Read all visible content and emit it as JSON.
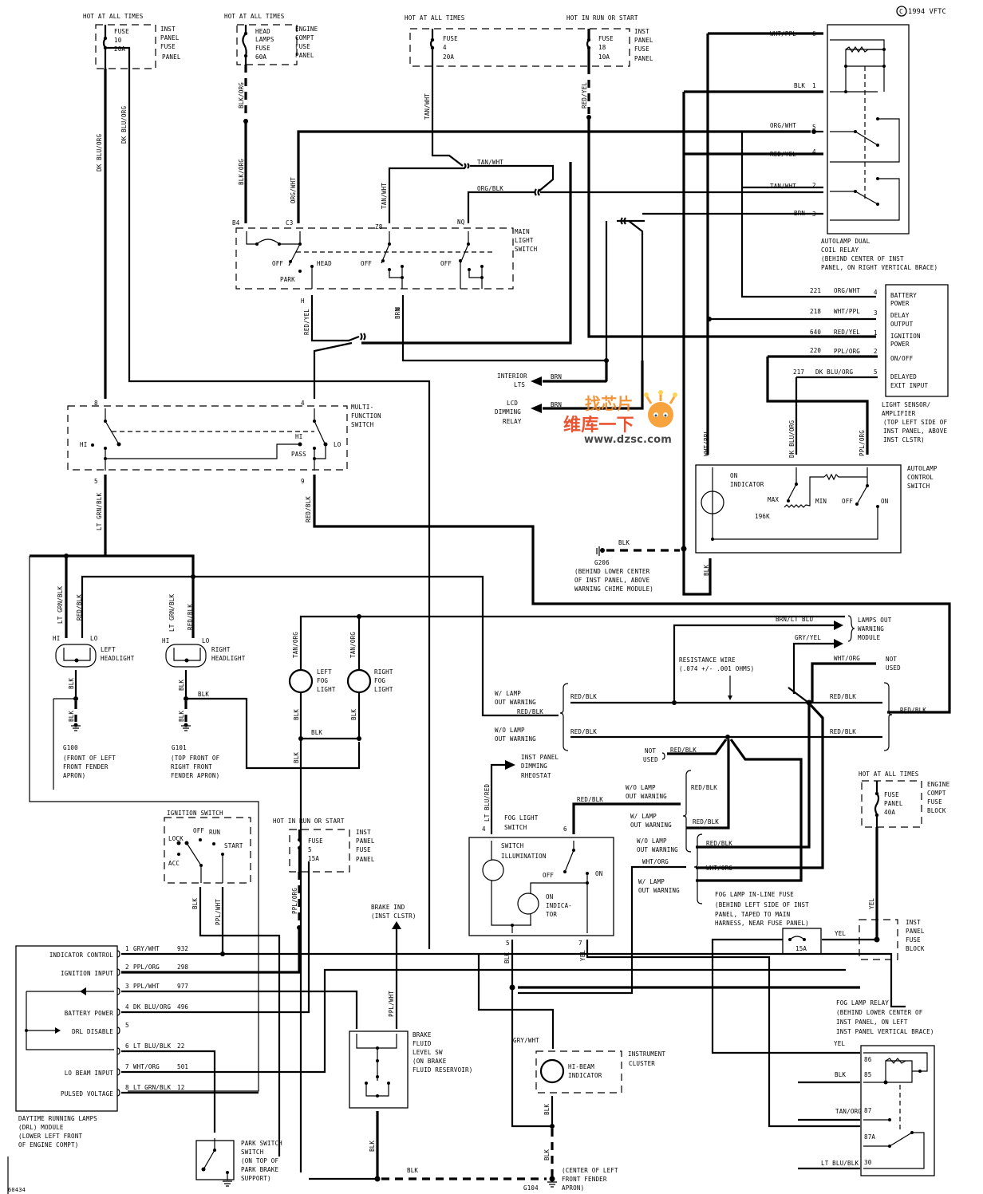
{
  "copyright": "1994 VFTC",
  "figure_id": "60434",
  "watermark": {
    "line1": "找芯片",
    "line2": "维库一下",
    "url": "www.dzsc.com"
  },
  "fuses": {
    "f10": {
      "header": "HOT AT ALL TIMES",
      "name": "FUSE",
      "num": "10",
      "rating": "20A",
      "panel": [
        "INST",
        "PANEL",
        "FUSE",
        "PANEL"
      ]
    },
    "headlamps": {
      "header": "HOT AT ALL TIMES",
      "name": [
        "HEAD",
        "LAMPS",
        "FUSE"
      ],
      "rating": "60A",
      "panel": [
        "ENGINE",
        "COMPT",
        "FUSE",
        "PANEL"
      ]
    },
    "f4": {
      "header": "HOT AT ALL TIMES",
      "name": "FUSE",
      "num": "4",
      "rating": "20A"
    },
    "f18": {
      "header": "HOT IN RUN OR START",
      "name": "FUSE",
      "num": "18",
      "rating": "10A",
      "panel": [
        "INST",
        "PANEL",
        "FUSE",
        "PANEL"
      ]
    },
    "f5": {
      "header": "HOT IN RUN OR START",
      "name": "FUSE",
      "num": "5",
      "rating": "15A",
      "panel": [
        "INST",
        "PANEL",
        "FUSE",
        "PANEL"
      ]
    },
    "fuse_panel_40a": {
      "header": "HOT AT ALL TIMES",
      "name": [
        "FUSE",
        "PANEL"
      ],
      "rating": "40A",
      "panel": [
        "ENGINE",
        "COMPT",
        "FUSE",
        "BLOCK"
      ]
    },
    "inline": {
      "rating": "15A",
      "desc": [
        "FOG LAMP IN-LINE FUSE",
        "(BEHIND LEFT SIDE OF INST",
        "PANEL, TAPED TO MAIN",
        "HARNESS, NEAR FUSE PANEL)"
      ]
    },
    "inst_panel_block": [
      "INST",
      "PANEL",
      "FUSE",
      "BLOCK"
    ]
  },
  "autolamp_relay": {
    "pins": [
      {
        "wire": "WHT/PPL",
        "pin": "6"
      },
      {
        "wire": "BLK",
        "pin": "1"
      },
      {
        "wire": "ORG/WHT",
        "pin": "5"
      },
      {
        "wire": "RED/YEL",
        "pin": "4"
      },
      {
        "wire": "TAN/WHT",
        "pin": "2"
      },
      {
        "wire": "BRN",
        "pin": "3"
      }
    ],
    "label": [
      "AUTOLAMP DUAL",
      "COIL RELAY",
      "(BEHIND CENTER OF INST",
      "PANEL, ON RIGHT VERTICAL BRACE)"
    ]
  },
  "main_light_switch": {
    "label": [
      "MAIN",
      "LIGHT",
      "SWITCH"
    ],
    "pins": [
      "B4",
      "C3",
      "Z8",
      "NQ"
    ],
    "positions": {
      "off": "OFF",
      "park": "PARK",
      "head": "HEAD"
    },
    "out_pins": [
      "H",
      "R",
      "Z"
    ]
  },
  "wires_top": {
    "blk_org": "BLK/ORG",
    "org_wht": "ORG/WHT",
    "tan_wht": "TAN/WHT",
    "org_blk": "ORG/BLK",
    "red_yel": "RED/YEL",
    "dk_blu_org": "DK BLU/ORG",
    "brn": "BRN"
  },
  "light_sensor": {
    "rows": [
      {
        "circuit": "221",
        "wire": "ORG/WHT",
        "pin": "4",
        "func": [
          "BATTERY",
          "POWER"
        ]
      },
      {
        "circuit": "218",
        "wire": "WHT/PPL",
        "pin": "3",
        "func": [
          "DELAY",
          "OUTPUT"
        ]
      },
      {
        "circuit": "640",
        "wire": "RED/YEL",
        "pin": "1",
        "func": [
          "IGNITION",
          "POWER"
        ]
      },
      {
        "circuit": "220",
        "wire": "PPL/ORG",
        "pin": "2",
        "func": [
          "ON/OFF"
        ]
      },
      {
        "circuit": "217",
        "wire": "DK BLU/ORG",
        "pin": "5",
        "func": [
          "DELAYED",
          "EXIT INPUT"
        ]
      }
    ],
    "label": [
      "LIGHT SENSOR/",
      "AMPLIFIER",
      "(TOP LEFT SIDE OF",
      "INST PANEL, ABOVE",
      "INST CLSTR)"
    ]
  },
  "outputs": {
    "interior": {
      "wire": "BRN",
      "label": [
        "INTERIOR",
        "LTS"
      ]
    },
    "lcd": {
      "wire": "BRN",
      "label": [
        "LCD",
        "DIMMING",
        "RELAY"
      ]
    }
  },
  "autolamp_switch": {
    "label": [
      "AUTOLAMP",
      "CONTROL",
      "SWITCH"
    ],
    "wires": [
      "WHT/PPL",
      "DK BLU/ORG",
      "PPL/ORG",
      "BLK"
    ],
    "on_indicator": [
      "ON",
      "INDICATOR"
    ],
    "positions": {
      "max": "MAX",
      "min": "MIN",
      "off": "OFF",
      "on": "ON",
      "res": "196K"
    }
  },
  "ground_g206": {
    "wire": "BLK",
    "id": "G206",
    "desc": [
      "(BEHIND LOWER CENTER",
      "OF INST PANEL, ABOVE",
      "WARNING CHIME MODULE)"
    ]
  },
  "multifunction": {
    "label": [
      "MULTI-",
      "FUNCTION",
      "SWITCH"
    ],
    "pins": {
      "left_top": "8",
      "right_top": "4",
      "left_bot": "5",
      "right_bot": "9"
    },
    "positions": {
      "hi_left": "HI",
      "hi_right": "HI",
      "lo": "LO",
      "pass": "PASS"
    },
    "wires": {
      "left": "LT GRN/BLK",
      "right": "RED/BLK",
      "dk_blu": "DK BLU/ORG"
    }
  },
  "headlights": {
    "left": {
      "label": [
        "LEFT",
        "HEADLIGHT"
      ],
      "hi_wire": "LT GRN/BLK",
      "lo_wire": "RED/BLK"
    },
    "right": {
      "label": [
        "RIGHT",
        "HEADLIGHT"
      ],
      "hi_wire": "LT GRN/BLK",
      "lo_wire": "RED/BLK"
    },
    "hi": "HI",
    "lo": "LO",
    "gnd_wire": "BLK"
  },
  "grounds": {
    "g100": {
      "id": "G100",
      "desc": [
        "(FRONT OF LEFT",
        "FRONT FENDER",
        "APRON)"
      ]
    },
    "g101": {
      "id": "G101",
      "desc": [
        "(TOP FRONT OF",
        "RIGHT FRONT",
        "FENDER APRON)"
      ]
    },
    "g104": {
      "id": "G104",
      "desc": [
        "(CENTER OF LEFT",
        "FRONT FENDER",
        "APRON)"
      ]
    }
  },
  "fog_lights": {
    "left": [
      "LEFT",
      "FOG",
      "LIGHT"
    ],
    "right": [
      "RIGHT",
      "FOG",
      "LIGHT"
    ],
    "wire": "TAN/ORG",
    "gnd": "BLK"
  },
  "lamps_out": {
    "wires": [
      "BRN/LT BLU",
      "GRY/YEL",
      "WHT/ORG"
    ],
    "module": [
      "LAMPS OUT",
      "WARNING",
      "MODULE"
    ],
    "not_used": [
      "NOT",
      "USED"
    ],
    "resistance": [
      "RESISTANCE WIRE",
      "(.074 +/- .001 OHMS)"
    ],
    "w_lamp": [
      "W/ LAMP",
      "OUT WARNING"
    ],
    "wo_lamp": [
      "W/O LAMP",
      "OUT WARNING"
    ],
    "red_blk": "RED/BLK",
    "wht_org": "WHT/ORG"
  },
  "fog_switch": {
    "label": [
      "FOG LIGHT",
      "SWITCH"
    ],
    "illum": [
      "SWITCH",
      "ILLUMINATION"
    ],
    "indicator": [
      "ON",
      "INDICA-",
      "TOR"
    ],
    "off": "OFF",
    "on": "ON",
    "pins": [
      "4",
      "6",
      "5",
      "7"
    ],
    "wires": {
      "lt_blu_red": "LT BLU/RED",
      "red_blk": "RED/BLK",
      "blk": "BLK",
      "yel": "YEL"
    },
    "rheostat": [
      "INST PANEL",
      "DIMMING",
      "RHEOSTAT"
    ]
  },
  "ignition": {
    "title": "IGNITION SWITCH",
    "positions": [
      "LOCK",
      "OFF",
      "RUN",
      "START",
      "ACC"
    ],
    "wires": [
      "BLK",
      "PPL/WHT",
      "PPL/ORG"
    ]
  },
  "drl_module": {
    "pins": [
      {
        "n": "1",
        "wire": "GRY/WHT",
        "circuit": "932",
        "func": "INDICATOR CONTROL"
      },
      {
        "n": "2",
        "wire": "PPL/ORG",
        "circuit": "298",
        "func": "IGNITION INPUT"
      },
      {
        "n": "3",
        "wire": "PPL/WHT",
        "circuit": "977",
        "func": ""
      },
      {
        "n": "4",
        "wire": "DK BLU/ORG",
        "circuit": "496",
        "func": "BATTERY POWER"
      },
      {
        "n": "5",
        "wire": "",
        "circuit": "",
        "func": "DRL DISABLE"
      },
      {
        "n": "6",
        "wire": "LT BLU/BLK",
        "circuit": "22",
        "func": ""
      },
      {
        "n": "7",
        "wire": "WHT/ORG",
        "circuit": "501",
        "func": "LO BEAM INPUT"
      },
      {
        "n": "8",
        "wire": "LT GRN/BLK",
        "circuit": "12",
        "func": "PULSED VOLTAGE"
      }
    ],
    "label": [
      "DAYTIME RUNNING LAMPS",
      "(DRL) MODULE",
      "(LOWER LEFT FRONT",
      "OF ENGINE COMPT)"
    ]
  },
  "park_switch": {
    "label": [
      "PARK SWITCH",
      "SWITCH",
      "(ON TOP OF",
      "PARK BRAKE",
      "SUPPORT)"
    ]
  },
  "brake": {
    "ind": [
      "BRAKE IND",
      "(INST CLSTR)"
    ],
    "wire": "PPL/WHT",
    "label": [
      "BRAKE",
      "FLUID",
      "LEVEL SW",
      "(ON BRAKE",
      "FLUID RESERVOIR)"
    ],
    "gnd": "BLK"
  },
  "hi_beam": {
    "wire": "GRY/WHT",
    "label": [
      "HI-BEAM",
      "INDICATOR"
    ],
    "cluster": [
      "INSTRUMENT",
      "CLUSTER"
    ],
    "gnd": "BLK"
  },
  "fog_relay": {
    "label": [
      "FOG LAMP RELAY",
      "(BEHIND LOWER CENTER OF",
      "INST PANEL, ON LEFT",
      "INST PANEL VERTICAL BRACE)"
    ],
    "pins": [
      {
        "wire": "YEL",
        "pin": "86"
      },
      {
        "wire": "BLK",
        "pin": "85"
      },
      {
        "wire": "TAN/ORG",
        "pin": "87"
      },
      {
        "wire": "",
        "pin": "87A"
      },
      {
        "wire": "LT BLU/BLK",
        "pin": "30"
      }
    ],
    "yel": "YEL"
  }
}
